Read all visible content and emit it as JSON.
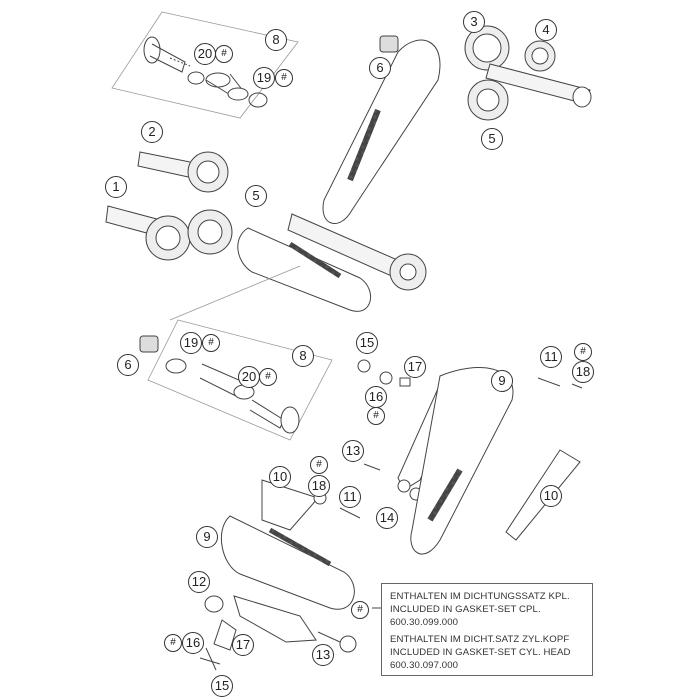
{
  "diagram": {
    "callouts": [
      {
        "id": "c1",
        "text": "8"
      },
      {
        "id": "c2",
        "text": "20"
      },
      {
        "id": "c3",
        "text": "#"
      },
      {
        "id": "c4",
        "text": "19"
      },
      {
        "id": "c5",
        "text": "#"
      },
      {
        "id": "c6",
        "text": "6"
      },
      {
        "id": "c7",
        "text": "3"
      },
      {
        "id": "c8",
        "text": "4"
      },
      {
        "id": "c9",
        "text": "5"
      },
      {
        "id": "c10",
        "text": "2"
      },
      {
        "id": "c11",
        "text": "1"
      },
      {
        "id": "c12",
        "text": "5"
      },
      {
        "id": "c13",
        "text": "6"
      },
      {
        "id": "c14",
        "text": "19"
      },
      {
        "id": "c15",
        "text": "#"
      },
      {
        "id": "c16",
        "text": "8"
      },
      {
        "id": "c17",
        "text": "20"
      },
      {
        "id": "c18",
        "text": "#"
      },
      {
        "id": "c19",
        "text": "15"
      },
      {
        "id": "c20",
        "text": "17"
      },
      {
        "id": "c21",
        "text": "16"
      },
      {
        "id": "c22",
        "text": "#"
      },
      {
        "id": "c23",
        "text": "13"
      },
      {
        "id": "c24",
        "text": "14"
      },
      {
        "id": "c25",
        "text": "9"
      },
      {
        "id": "c26",
        "text": "11"
      },
      {
        "id": "c27",
        "text": "#"
      },
      {
        "id": "c28",
        "text": "18"
      },
      {
        "id": "c29",
        "text": "10"
      },
      {
        "id": "c30",
        "text": "10"
      },
      {
        "id": "c31",
        "text": "#"
      },
      {
        "id": "c32",
        "text": "18"
      },
      {
        "id": "c33",
        "text": "11"
      },
      {
        "id": "c34",
        "text": "9"
      },
      {
        "id": "c35",
        "text": "12"
      },
      {
        "id": "c36",
        "text": "#"
      },
      {
        "id": "c37",
        "text": "16"
      },
      {
        "id": "c38",
        "text": "17"
      },
      {
        "id": "c39",
        "text": "13"
      },
      {
        "id": "c40",
        "text": "15"
      }
    ],
    "legend": {
      "marker": "#",
      "lines": [
        "ENTHALTEN IM DICHTUNGSSATZ KPL.",
        "INCLUDED IN GASKET-SET CPL.",
        "600.30.099.000",
        "ENTHALTEN IM DICHT.SATZ ZYL.KOPF",
        "INCLUDED IN GASKET-SET CYL. HEAD",
        "600.30.097.000"
      ]
    }
  }
}
